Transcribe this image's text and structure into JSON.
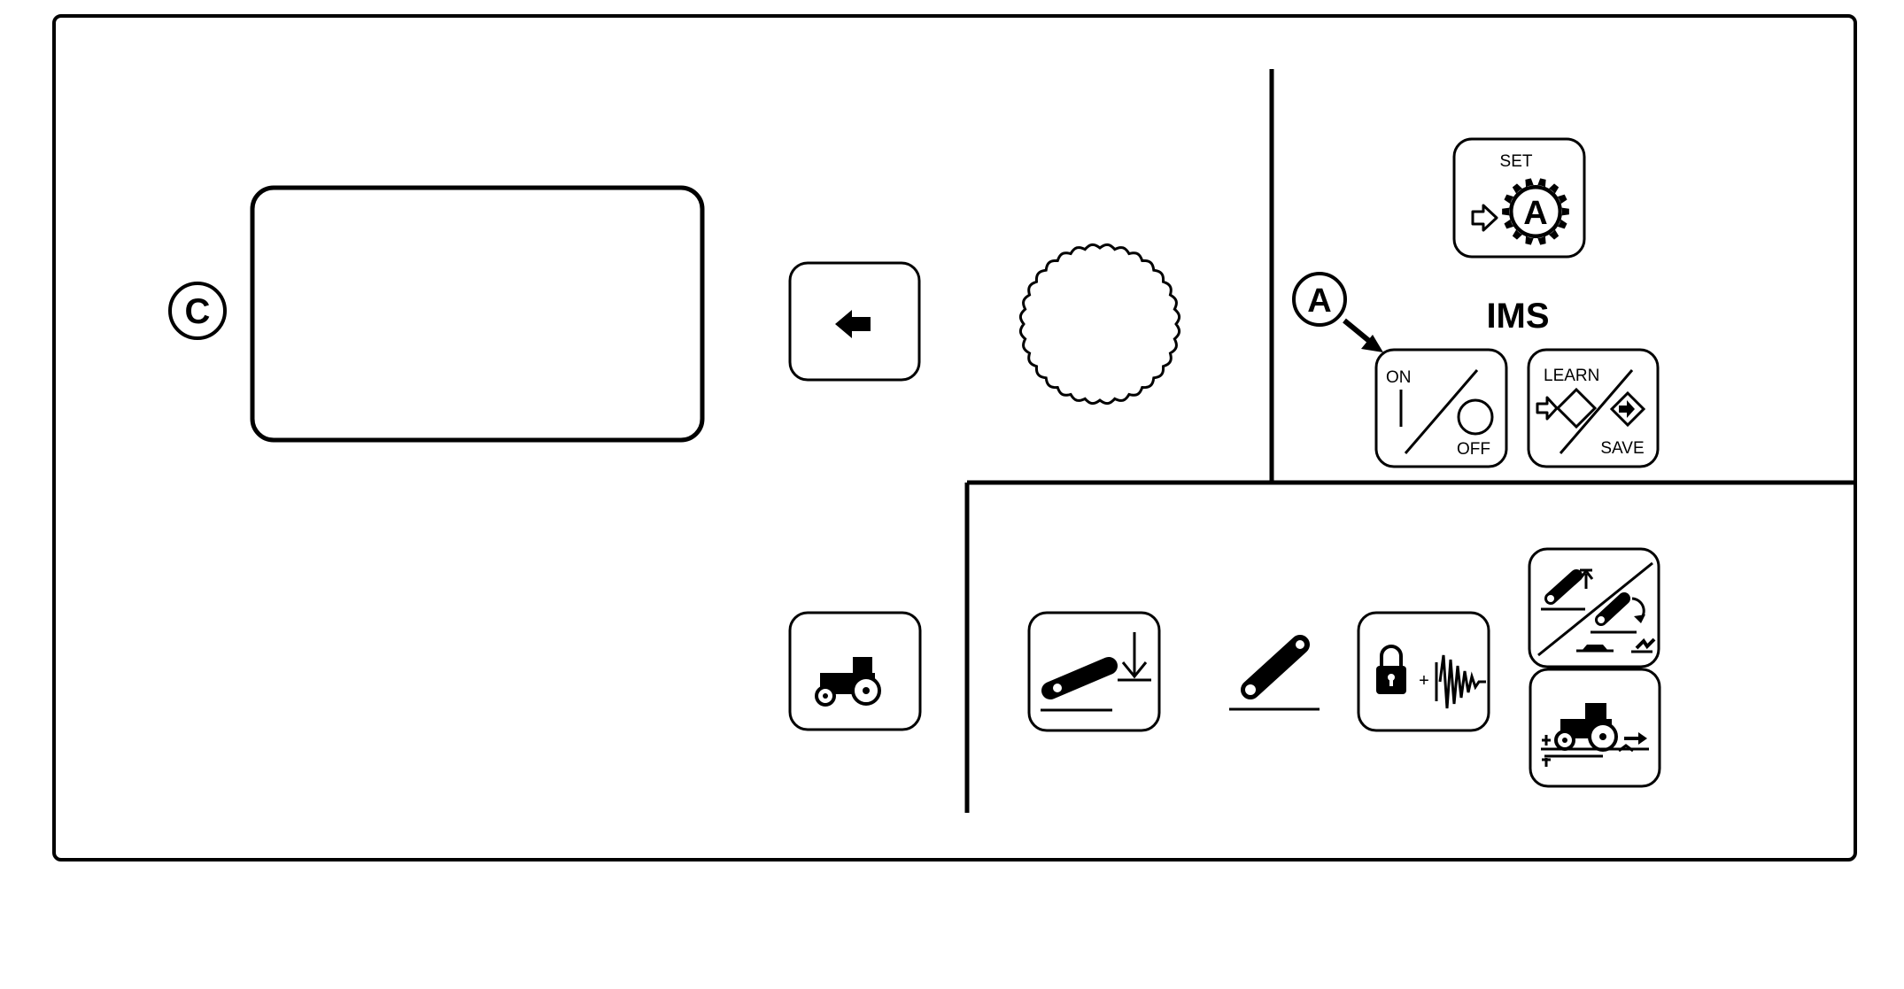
{
  "callouts": {
    "display": "C",
    "ims_toggle": "A"
  },
  "ims": {
    "title": "IMS",
    "set_label": "SET",
    "set_letter": "A",
    "on_label": "ON",
    "off_label": "OFF",
    "learn_label": "LEARN",
    "save_label": "SAVE"
  },
  "icons": {
    "back": "back-arrow-icon",
    "dial": "rotary-dial",
    "tractor": "tractor-icon",
    "hitch_lower": "hitch-lower-icon",
    "hitch": "hitch-arm-icon",
    "lock": "lock-damping-icon",
    "hitch_raise": "hitch-raise-icon",
    "tractor_drive": "tractor-drive-icon"
  },
  "colors": {
    "ink": "#000000",
    "background": "#ffffff"
  }
}
